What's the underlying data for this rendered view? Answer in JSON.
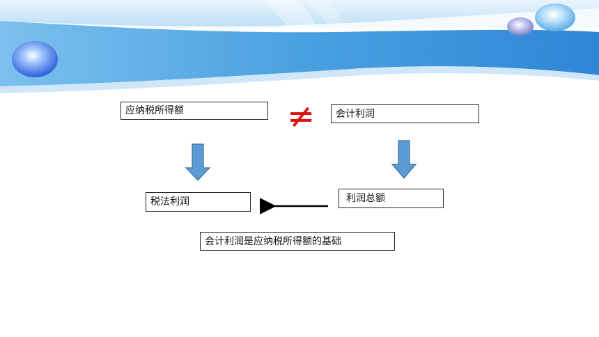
{
  "diagram": {
    "nodes": {
      "taxable_income": "应纳税所得额",
      "accounting_profit": "会计利润",
      "tax_profit": "税法利润",
      "total_profit": "利润总额"
    },
    "not_equal_symbol": "≠",
    "conclusion": "会计利润是应纳税所得额的基础"
  },
  "colors": {
    "banner_blue": "#2f86d6",
    "arrow_fill": "#5b9bd5",
    "arrow_stroke": "#41719c",
    "neq_red": "#e01010"
  }
}
